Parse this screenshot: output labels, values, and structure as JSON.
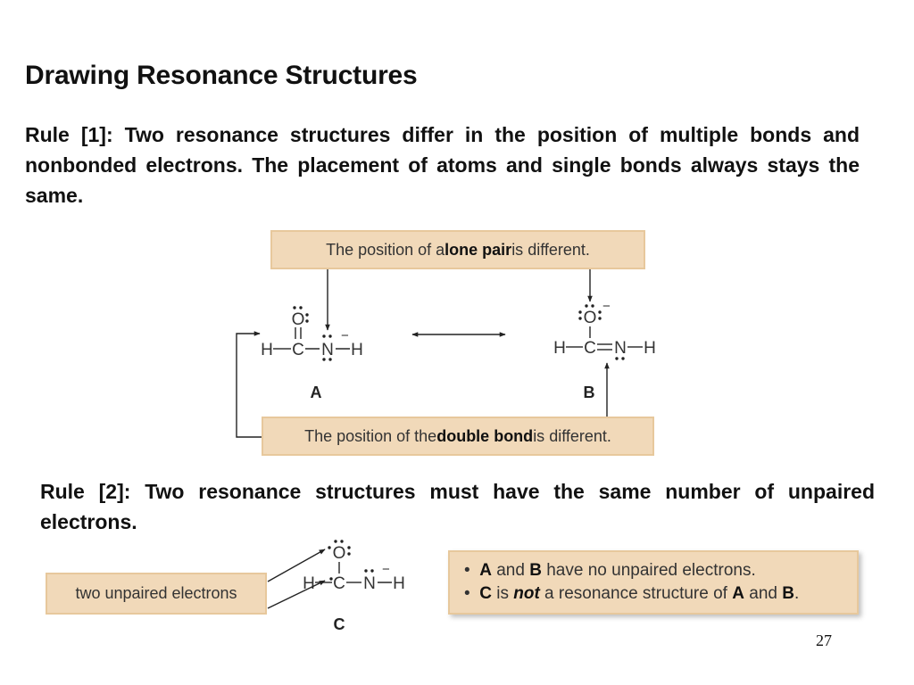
{
  "slide": {
    "title": "Drawing Resonance Structures",
    "rule1": "Rule [1]: Two resonance structures differ in the position of multiple bonds and nonbonded electrons. The placement of atoms and single bonds always stays the same.",
    "rule2": "Rule [2]: Two resonance structures must have the same number of unpaired electrons.",
    "page_number": "27"
  },
  "figure1": {
    "callout_top": {
      "prefix": "The position of a ",
      "bold": "lone pair",
      "suffix": " is different."
    },
    "callout_bottom": {
      "prefix": "The position of the ",
      "bold": "double bond",
      "suffix": " is different."
    },
    "structure_a": {
      "label": "A",
      "atoms": [
        "O",
        "H",
        "C",
        "N",
        "H"
      ],
      "charge": "−"
    },
    "structure_b": {
      "label": "B",
      "atoms": [
        "O",
        "H",
        "C",
        "N",
        "H"
      ],
      "charge": "−"
    }
  },
  "figure2": {
    "callout": "two unpaired electrons",
    "structure_c": {
      "label": "C",
      "atoms": [
        "O",
        "H",
        "C",
        "N",
        "H"
      ],
      "charge": "−"
    },
    "notes": [
      {
        "b1": "A",
        "t1": " and ",
        "b2": "B",
        "t2": " have no unpaired electrons."
      },
      {
        "b1": "C",
        "t1": " is ",
        "em": "not",
        "t2": " a resonance structure of ",
        "b2": "A",
        "t3": " and ",
        "b3": "B",
        "t4": "."
      }
    ],
    "bullet_symbol": "•"
  }
}
